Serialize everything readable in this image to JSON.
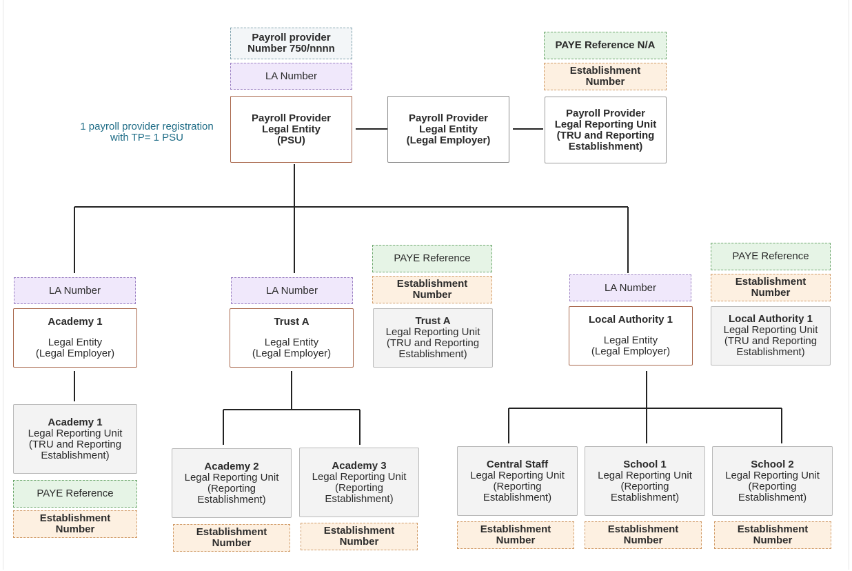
{
  "note": {
    "line1": "1 payroll provider registration",
    "line2": "with TP= 1 PSU"
  },
  "top": {
    "provider_number": {
      "line1": "Payroll provider",
      "line2": "Number 750/nnnn"
    },
    "la_number": "LA Number",
    "psu": {
      "line1": "Payroll Provider",
      "line2": "Legal Entity",
      "line3": "(PSU)"
    },
    "employer": {
      "line1": "Payroll Provider",
      "line2": "Legal Entity",
      "line3": "(Legal Employer)"
    },
    "paye_na": "PAYE Reference N/A",
    "establishment": {
      "line1": "Establishment",
      "line2": "Number"
    },
    "lru": {
      "line1": "Payroll Provider",
      "line2": "Legal Reporting Unit",
      "line3": "(TRU and Reporting",
      "line4": "Establishment)"
    }
  },
  "academy1": {
    "la_number": "LA Number",
    "entity": {
      "name": "Academy 1",
      "line1": "Legal Entity",
      "line2": "(Legal Employer)"
    },
    "lru": {
      "name": "Academy 1",
      "line1": "Legal Reporting Unit",
      "line2": "(TRU and Reporting",
      "line3": "Establishment)"
    },
    "paye": "PAYE Reference",
    "establishment": {
      "line1": "Establishment",
      "line2": "Number"
    }
  },
  "trust": {
    "la_number": "LA Number",
    "entity": {
      "name": "Trust A",
      "line1": "Legal Entity",
      "line2": "(Legal Employer)"
    },
    "paye": "PAYE Reference",
    "establishment": {
      "line1": "Establishment",
      "line2": "Number"
    },
    "lru": {
      "name": "Trust A",
      "line1": "Legal Reporting Unit",
      "line2": "(TRU and Reporting",
      "line3": "Establishment)"
    },
    "children": [
      {
        "name": "Academy 2",
        "line1": "Legal Reporting Unit",
        "line2": "(Reporting",
        "line3": "Establishment)",
        "est1": "Establishment",
        "est2": "Number"
      },
      {
        "name": "Academy 3",
        "line1": "Legal Reporting Unit",
        "line2": "(Reporting",
        "line3": "Establishment)",
        "est1": "Establishment",
        "est2": "Number"
      }
    ]
  },
  "la": {
    "la_number": "LA Number",
    "entity": {
      "name": "Local Authority 1",
      "line1": "Legal Entity",
      "line2": "(Legal Employer)"
    },
    "paye": "PAYE Reference",
    "establishment": {
      "line1": "Establishment",
      "line2": "Number"
    },
    "lru": {
      "name": "Local Authority 1",
      "line1": "Legal Reporting Unit",
      "line2": "(TRU and Reporting",
      "line3": "Establishment)"
    },
    "children": [
      {
        "name": "Central Staff",
        "line1": "Legal Reporting Unit",
        "line2": "(Reporting",
        "line3": "Establishment)",
        "est1": "Establishment",
        "est2": "Number"
      },
      {
        "name": "School 1",
        "line1": "Legal Reporting Unit",
        "line2": "(Reporting",
        "line3": "Establishment)",
        "est1": "Establishment",
        "est2": "Number"
      },
      {
        "name": "School 2",
        "line1": "Legal Reporting Unit",
        "line2": "(Reporting",
        "line3": "Establishment)",
        "est1": "Establishment",
        "est2": "Number"
      }
    ]
  },
  "colors": {
    "connector": "#222222",
    "note": "#1e6c86",
    "entity_border": "#a8664a"
  }
}
